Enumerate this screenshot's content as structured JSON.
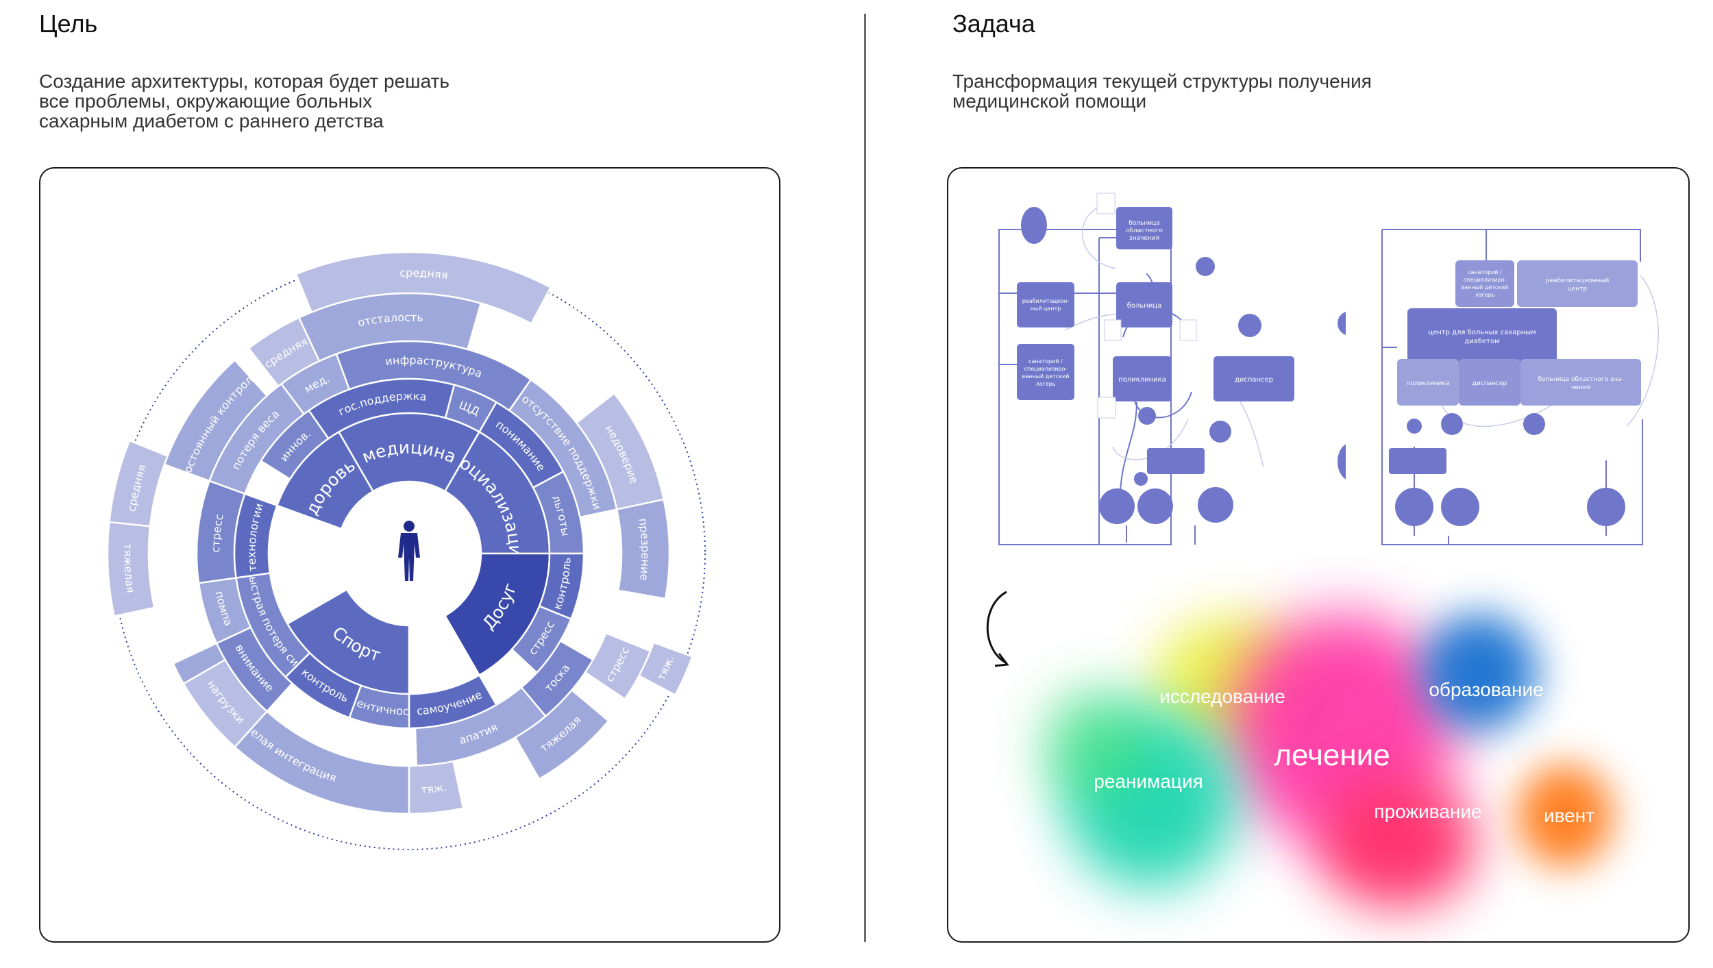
{
  "goal": {
    "title": "Цель",
    "description": "Создание архитектуры, которая будет решать все проблемы, окружающие больных сахарным диабетом с раннего детства",
    "description_lines": [
      "Создание архитектуры, которая будет решать",
      "все проблемы, окружающие больных",
      "сахарным диабетом с раннего детства"
    ]
  },
  "task": {
    "title": "Задача",
    "description_lines": [
      "Трансформация текущей структуры получения",
      "медицинской помощи"
    ]
  },
  "sunburst": {
    "center_icon": "person-icon",
    "colors": {
      "dark": "#3949ab",
      "mid": "#5c6bc0",
      "light": "#7986cb",
      "pale": "#9fa8da",
      "paler": "#b8bee3"
    },
    "ring1": [
      {
        "label": "Здоровье",
        "start": 290,
        "end": 330
      },
      {
        "label": "медицина",
        "start": 330,
        "end": 30
      },
      {
        "label": "Социализация",
        "start": 30,
        "end": 90
      },
      {
        "label": "Досуг",
        "start": 90,
        "end": 150
      },
      {
        "label": "Спорт",
        "start": 180,
        "end": 240
      }
    ],
    "ring2": [
      {
        "label": "иннов.",
        "start": 302,
        "end": 325
      },
      {
        "label": "гос.поддержка",
        "start": 325,
        "end": 15
      },
      {
        "label": "ЩД",
        "start": 15,
        "end": 30
      },
      {
        "label": "понимание",
        "start": 30,
        "end": 62
      },
      {
        "label": "льготы",
        "start": 62,
        "end": 90
      },
      {
        "label": "контроль",
        "start": 90,
        "end": 112
      },
      {
        "label": "стресс",
        "start": 112,
        "end": 133
      },
      {
        "label": "самоучение",
        "start": 150,
        "end": 180
      },
      {
        "label": "идентичность",
        "start": 180,
        "end": 200
      },
      {
        "label": "контроль",
        "start": 200,
        "end": 225
      },
      {
        "label": "быстрая потеря сил",
        "start": 225,
        "end": 262
      },
      {
        "label": "технологии",
        "start": 262,
        "end": 290
      }
    ],
    "ring3": [
      {
        "label": "мед.",
        "start": 323,
        "end": 340
      },
      {
        "label": "инфраструктура",
        "start": 340,
        "end": 35
      },
      {
        "label": "отсутствие поддержки",
        "start": 35,
        "end": 78
      },
      {
        "label": "тоска",
        "start": 120,
        "end": 140
      },
      {
        "label": "апатия",
        "start": 140,
        "end": 178
      },
      {
        "label": "внимание",
        "start": 222,
        "end": 245
      },
      {
        "label": "помпа",
        "start": 245,
        "end": 262
      },
      {
        "label": "стресс",
        "start": 262,
        "end": 290
      },
      {
        "label": "потеря веса",
        "start": 290,
        "end": 323
      }
    ],
    "ring4": [
      {
        "label": "средняя",
        "start": 322,
        "end": 335
      },
      {
        "label": "отсталость",
        "start": 335,
        "end": 16
      },
      {
        "label": "недоверие",
        "start": 52,
        "end": 78
      },
      {
        "label": "презрение",
        "start": 78,
        "end": 100
      },
      {
        "label": "стресс",
        "start": 112,
        "end": 124
      },
      {
        "label": "тяжелая",
        "start": 130,
        "end": 150
      },
      {
        "label": "тяж.",
        "start": 168,
        "end": 180
      },
      {
        "label": "тяжелая интеграция",
        "start": 180,
        "end": 245
      },
      {
        "label": "нагрузки",
        "start": 222,
        "end": 240
      },
      {
        "label": "постоянный контроль",
        "start": 290,
        "end": 318
      }
    ],
    "ring5": [
      {
        "label": "средняя",
        "start": 338,
        "end": 28
      },
      {
        "label": "средняя",
        "start": 275,
        "end": 292
      },
      {
        "label": "тяжелая",
        "start": 258,
        "end": 276
      },
      {
        "label": "тяж.",
        "start": 110,
        "end": 118
      }
    ]
  },
  "flowchart_left": {
    "nodes": [
      {
        "id": "regional",
        "label_lines": [
          "больница",
          "областного",
          "значения"
        ]
      },
      {
        "id": "rehab",
        "label_lines": [
          "реабилитацион-",
          "ный центр"
        ]
      },
      {
        "id": "hospital",
        "label_lines": [
          "больница"
        ]
      },
      {
        "id": "sanatorium",
        "label_lines": [
          "санаторий /",
          "специализиро-",
          "ванный детский",
          "лагерь"
        ]
      },
      {
        "id": "polyclinic",
        "label_lines": [
          "поликлиника"
        ]
      },
      {
        "id": "dispensary",
        "label_lines": [
          "диспансер"
        ]
      }
    ]
  },
  "flowchart_right": {
    "nodes": [
      {
        "id": "sanatorium",
        "label_lines": [
          "санаторий /",
          "специализиро-",
          "ванный детский",
          "лагерь"
        ]
      },
      {
        "id": "rehab",
        "label_lines": [
          "реабилитационный",
          "центр"
        ]
      },
      {
        "id": "center",
        "label_lines": [
          "центр для больных сахарным",
          "диабетом"
        ]
      },
      {
        "id": "polyclinic",
        "label_lines": [
          "поликлиника"
        ]
      },
      {
        "id": "dispensary",
        "label_lines": [
          "диспансер"
        ]
      },
      {
        "id": "regional",
        "label_lines": [
          "больница областного зна-",
          "чения"
        ]
      }
    ]
  },
  "cloud": {
    "arrow_icon": "curved-arrow-icon",
    "labels": {
      "research": "исследование",
      "education": "образование",
      "treatment": "лечение",
      "resuscitation": "реанимация",
      "living": "проживание",
      "event": "ивент"
    }
  }
}
